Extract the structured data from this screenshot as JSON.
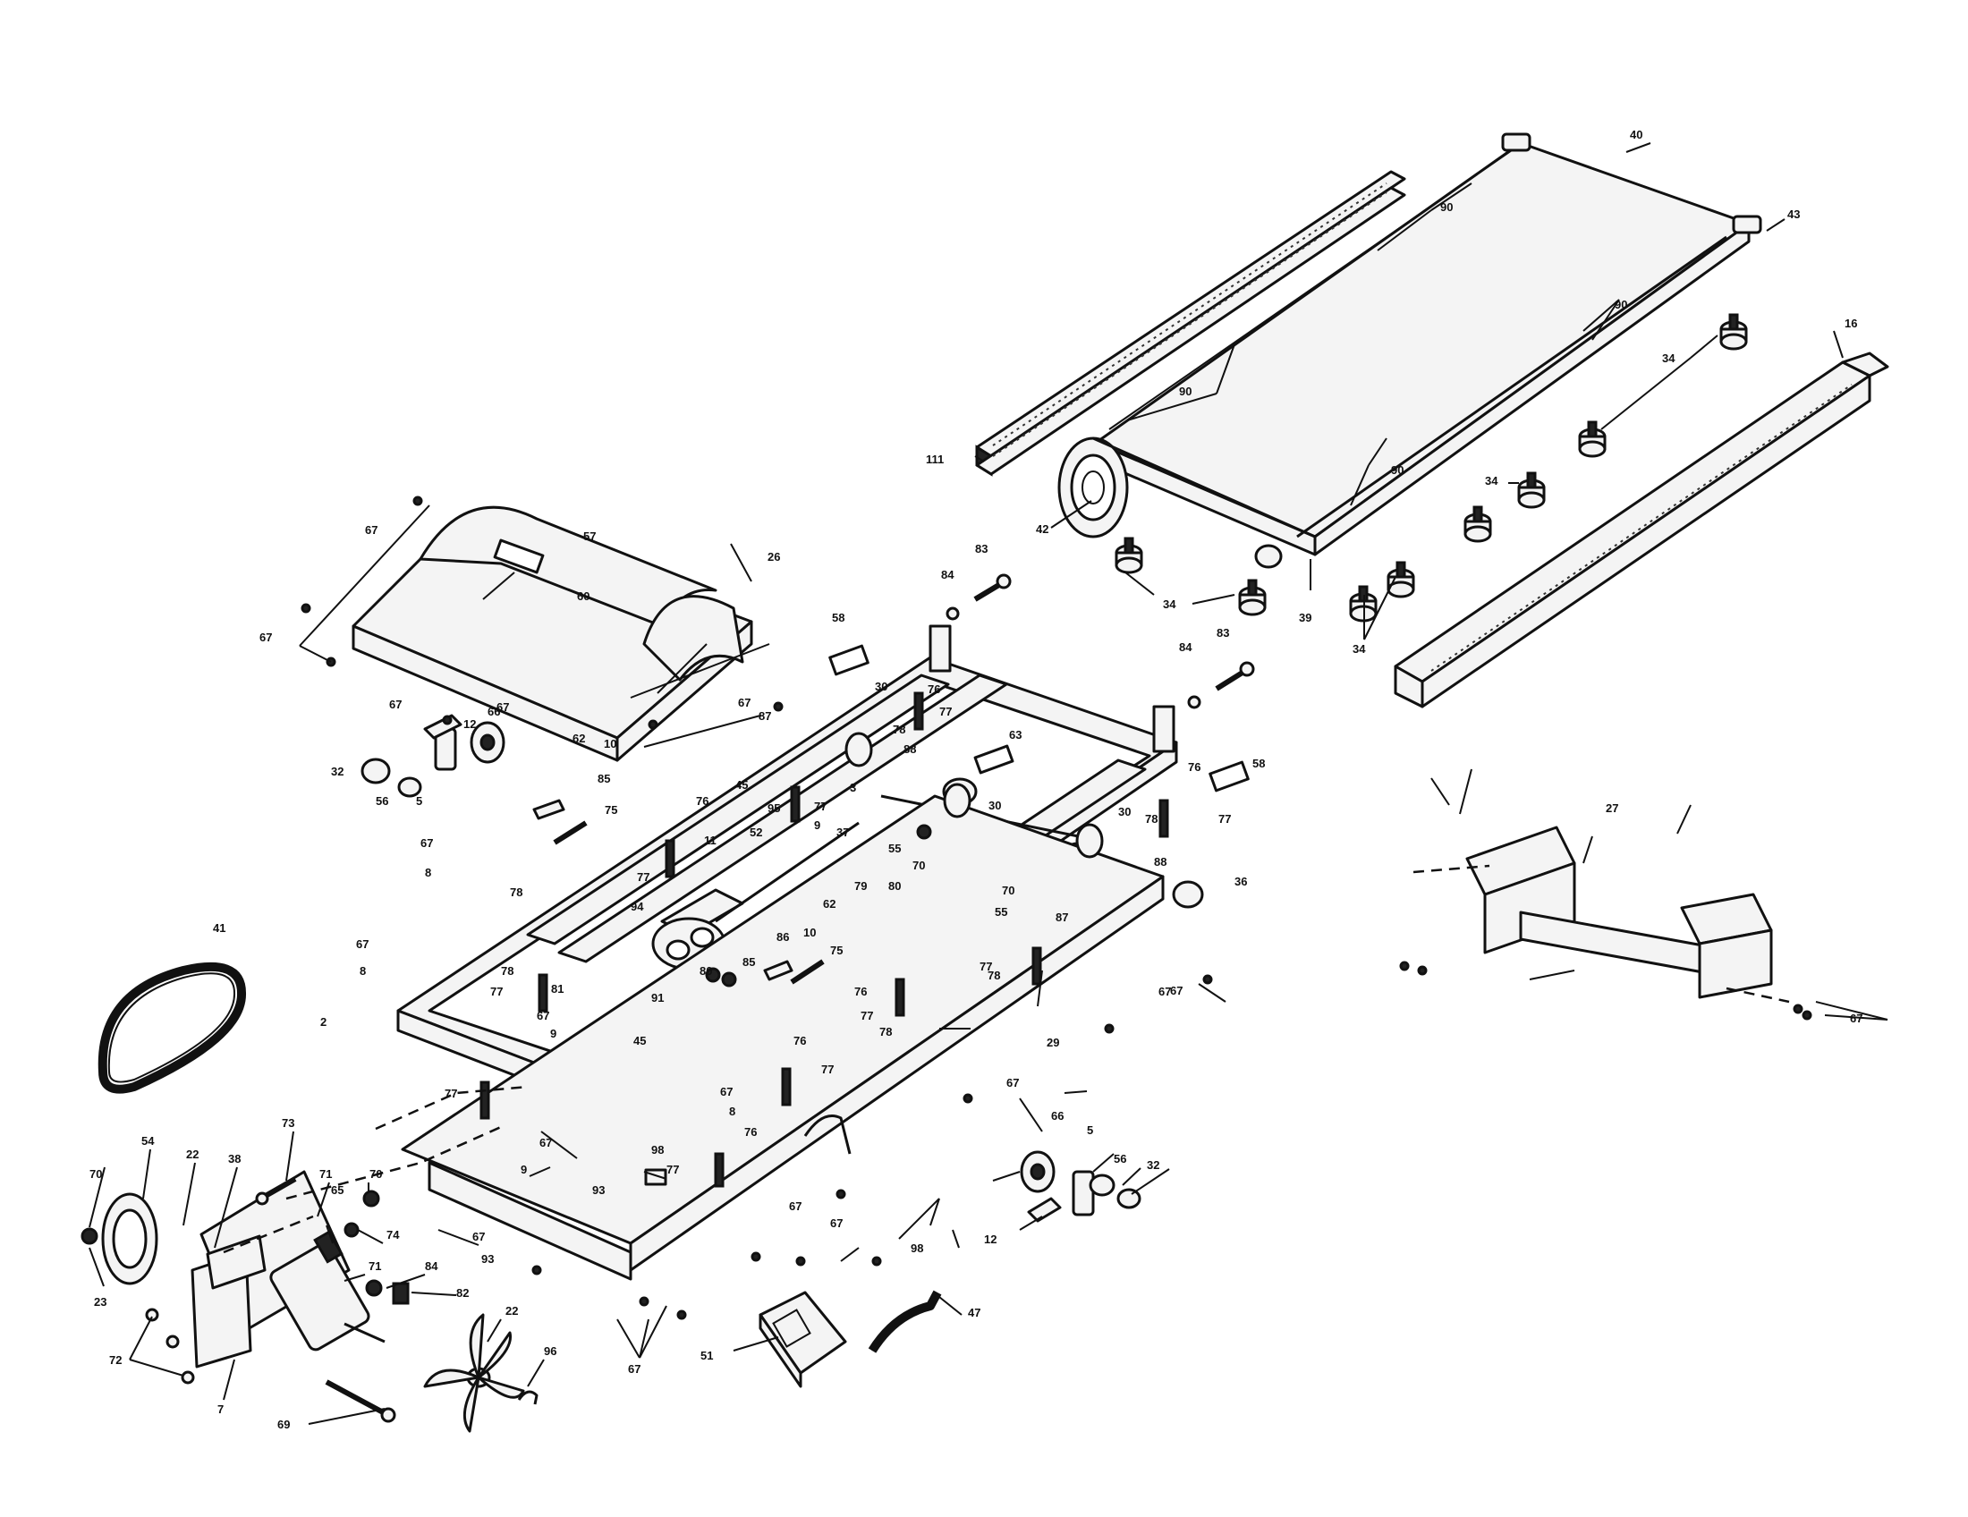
{
  "diagram": {
    "type": "exploded-parts-diagram",
    "subject": "treadmill",
    "callouts": [
      {
        "id": "c40",
        "label": "40"
      },
      {
        "id": "c43",
        "label": "43"
      },
      {
        "id": "c16",
        "label": "16"
      },
      {
        "id": "c90a",
        "label": "90"
      },
      {
        "id": "c90b",
        "label": "90"
      },
      {
        "id": "c90c",
        "label": "90"
      },
      {
        "id": "c90d",
        "label": "90"
      },
      {
        "id": "c34a",
        "label": "34"
      },
      {
        "id": "c34b",
        "label": "34"
      },
      {
        "id": "c34c",
        "label": "34"
      },
      {
        "id": "c34d",
        "label": "34"
      },
      {
        "id": "c111",
        "label": "111"
      },
      {
        "id": "c42",
        "label": "42"
      },
      {
        "id": "c39",
        "label": "39"
      },
      {
        "id": "c67a",
        "label": "67"
      },
      {
        "id": "c57",
        "label": "57"
      },
      {
        "id": "c26",
        "label": "26"
      },
      {
        "id": "c67b",
        "label": "67"
      },
      {
        "id": "c60",
        "label": "60"
      },
      {
        "id": "c67c",
        "label": "67"
      },
      {
        "id": "c67d",
        "label": "67"
      },
      {
        "id": "c87a",
        "label": "87"
      },
      {
        "id": "c83a",
        "label": "83"
      },
      {
        "id": "c84a",
        "label": "84"
      },
      {
        "id": "c58a",
        "label": "58"
      },
      {
        "id": "c83b",
        "label": "83"
      },
      {
        "id": "c84b",
        "label": "84"
      },
      {
        "id": "c12a",
        "label": "12"
      },
      {
        "id": "c67e",
        "label": "67"
      },
      {
        "id": "c62a",
        "label": "62"
      },
      {
        "id": "c10a",
        "label": "10"
      },
      {
        "id": "c32a",
        "label": "32"
      },
      {
        "id": "c56a",
        "label": "56"
      },
      {
        "id": "c5a",
        "label": "5"
      },
      {
        "id": "c66a",
        "label": "66"
      },
      {
        "id": "c85a",
        "label": "85"
      },
      {
        "id": "c76a",
        "label": "76"
      },
      {
        "id": "c77a",
        "label": "77"
      },
      {
        "id": "c30a",
        "label": "30"
      },
      {
        "id": "c78a",
        "label": "78"
      },
      {
        "id": "c88a",
        "label": "88"
      },
      {
        "id": "c63",
        "label": "63"
      },
      {
        "id": "c58b",
        "label": "58"
      },
      {
        "id": "c76b",
        "label": "76"
      },
      {
        "id": "c77b",
        "label": "77"
      },
      {
        "id": "c3",
        "label": "3"
      },
      {
        "id": "c30b",
        "label": "30"
      },
      {
        "id": "c30c",
        "label": "30"
      },
      {
        "id": "c78b",
        "label": "78"
      },
      {
        "id": "c88b",
        "label": "88"
      },
      {
        "id": "c36",
        "label": "36"
      },
      {
        "id": "c75a",
        "label": "75"
      },
      {
        "id": "c45a",
        "label": "45"
      },
      {
        "id": "c76c",
        "label": "76"
      },
      {
        "id": "c95",
        "label": "95"
      },
      {
        "id": "c77c",
        "label": "77"
      },
      {
        "id": "c9a",
        "label": "9"
      },
      {
        "id": "c52",
        "label": "52"
      },
      {
        "id": "c11",
        "label": "11"
      },
      {
        "id": "c37",
        "label": "37"
      },
      {
        "id": "c55a",
        "label": "55"
      },
      {
        "id": "c70a",
        "label": "70"
      },
      {
        "id": "c79a",
        "label": "79"
      },
      {
        "id": "c80a",
        "label": "80"
      },
      {
        "id": "c70b",
        "label": "70"
      },
      {
        "id": "c55b",
        "label": "55"
      },
      {
        "id": "c87b",
        "label": "87"
      },
      {
        "id": "c67f",
        "label": "67"
      },
      {
        "id": "c78c",
        "label": "78"
      },
      {
        "id": "c8a",
        "label": "8"
      },
      {
        "id": "c77d",
        "label": "77"
      },
      {
        "id": "c94",
        "label": "94"
      },
      {
        "id": "c86",
        "label": "86"
      },
      {
        "id": "c62b",
        "label": "62"
      },
      {
        "id": "c10b",
        "label": "10"
      },
      {
        "id": "c75b",
        "label": "75"
      },
      {
        "id": "c85b",
        "label": "85"
      },
      {
        "id": "c80b",
        "label": "80"
      },
      {
        "id": "c67g",
        "label": "67"
      },
      {
        "id": "c8b",
        "label": "8"
      },
      {
        "id": "c78d",
        "label": "78"
      },
      {
        "id": "c77e",
        "label": "77"
      },
      {
        "id": "c81",
        "label": "81"
      },
      {
        "id": "c67h",
        "label": "67"
      },
      {
        "id": "c9b",
        "label": "9"
      },
      {
        "id": "c91",
        "label": "91"
      },
      {
        "id": "c45b",
        "label": "45"
      },
      {
        "id": "c78e",
        "label": "78"
      },
      {
        "id": "c77f",
        "label": "77"
      },
      {
        "id": "c76d",
        "label": "76"
      },
      {
        "id": "c77g",
        "label": "77"
      },
      {
        "id": "c78f",
        "label": "78"
      },
      {
        "id": "c67i",
        "label": "67"
      },
      {
        "id": "c41",
        "label": "41"
      },
      {
        "id": "c2",
        "label": "2"
      },
      {
        "id": "c29",
        "label": "29"
      },
      {
        "id": "c76e",
        "label": "76"
      },
      {
        "id": "c77h",
        "label": "77"
      },
      {
        "id": "c67j",
        "label": "67"
      },
      {
        "id": "c8c",
        "label": "8"
      },
      {
        "id": "c76f",
        "label": "76"
      },
      {
        "id": "c77i",
        "label": "77"
      },
      {
        "id": "c67k",
        "label": "67"
      },
      {
        "id": "c67l",
        "label": "67"
      },
      {
        "id": "c9c",
        "label": "9"
      },
      {
        "id": "c98a",
        "label": "98"
      },
      {
        "id": "c77j",
        "label": "77"
      },
      {
        "id": "c93a",
        "label": "93"
      },
      {
        "id": "c67m",
        "label": "67"
      },
      {
        "id": "c27",
        "label": "27"
      },
      {
        "id": "c67n",
        "label": "67"
      },
      {
        "id": "c73",
        "label": "73"
      },
      {
        "id": "c54",
        "label": "54"
      },
      {
        "id": "c22a",
        "label": "22"
      },
      {
        "id": "c38",
        "label": "38"
      },
      {
        "id": "c70c",
        "label": "70"
      },
      {
        "id": "c71a",
        "label": "71"
      },
      {
        "id": "c65",
        "label": "65"
      },
      {
        "id": "c70d",
        "label": "70"
      },
      {
        "id": "c74",
        "label": "74"
      },
      {
        "id": "c71b",
        "label": "71"
      },
      {
        "id": "c67o",
        "label": "67"
      },
      {
        "id": "c23",
        "label": "23"
      },
      {
        "id": "c93b",
        "label": "93"
      },
      {
        "id": "c84c",
        "label": "84"
      },
      {
        "id": "c82",
        "label": "82"
      },
      {
        "id": "c72",
        "label": "72"
      },
      {
        "id": "c7",
        "label": "7"
      },
      {
        "id": "c22b",
        "label": "22"
      },
      {
        "id": "c96",
        "label": "96"
      },
      {
        "id": "c69",
        "label": "69"
      },
      {
        "id": "c67p",
        "label": "67"
      },
      {
        "id": "c51",
        "label": "51"
      },
      {
        "id": "c47",
        "label": "47"
      },
      {
        "id": "c98b",
        "label": "98"
      },
      {
        "id": "c67q",
        "label": "67"
      },
      {
        "id": "c67r",
        "label": "67"
      },
      {
        "id": "c66b",
        "label": "66"
      },
      {
        "id": "c5b",
        "label": "5"
      },
      {
        "id": "c56b",
        "label": "56"
      },
      {
        "id": "c32b",
        "label": "32"
      },
      {
        "id": "c12b",
        "label": "12"
      }
    ]
  }
}
